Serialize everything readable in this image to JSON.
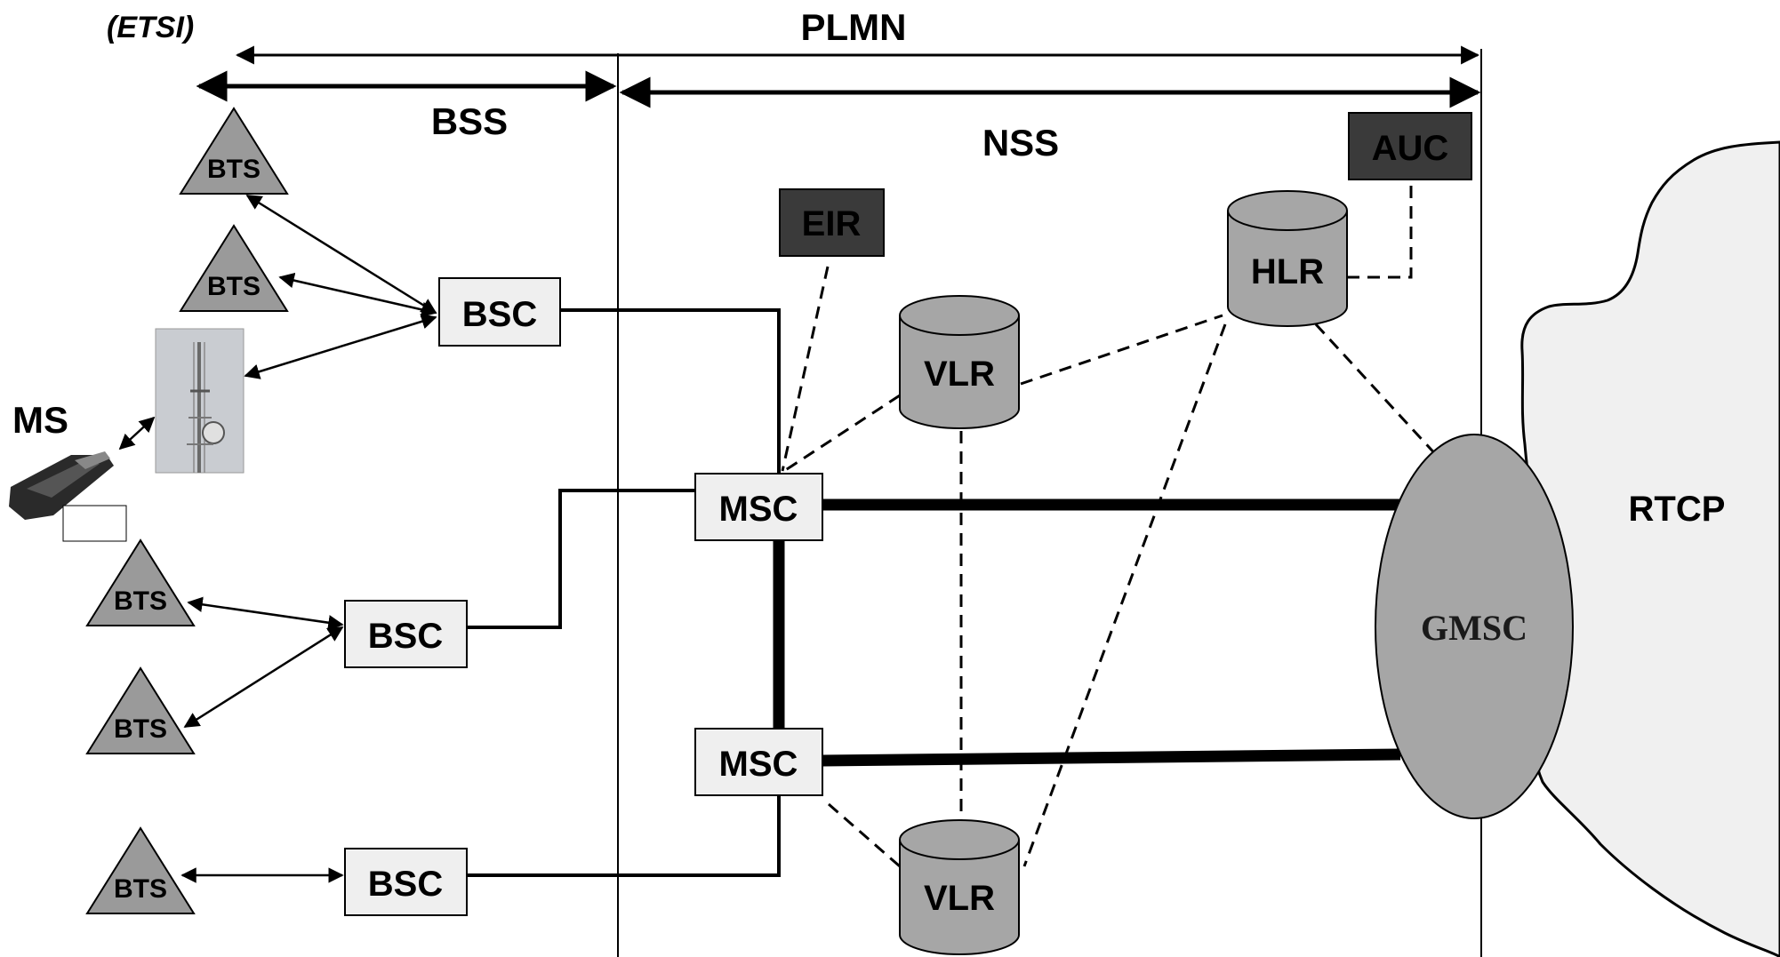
{
  "labels": {
    "etsi": "(ETSI)",
    "plmn": "PLMN",
    "bss": "BSS",
    "nss": "NSS",
    "ms": "MS",
    "rtcp": "RTCP",
    "gmsc": "GMSC",
    "auc": "AUC",
    "eir": "EIR",
    "hlr": "HLR",
    "vlr_top": "VLR",
    "vlr_bottom": "VLR",
    "msc_top": "MSC",
    "msc_bottom": "MSC",
    "bsc_top": "BSC",
    "bsc_mid": "BSC",
    "bsc_bottom": "BSC",
    "bts": [
      "BTS",
      "BTS",
      "BTS",
      "BTS",
      "BTS"
    ]
  },
  "colors": {
    "dark_box": "#3a3a3a",
    "light_box": "#efefef",
    "cylinder": "#a6a6a6",
    "gmsc": "#a6a6a6",
    "bts": "#9a9a9a",
    "cloud": "#f0f0f0"
  },
  "icons": {
    "antenna": "antenna-tower-icon",
    "phone": "mobile-phone-icon"
  }
}
